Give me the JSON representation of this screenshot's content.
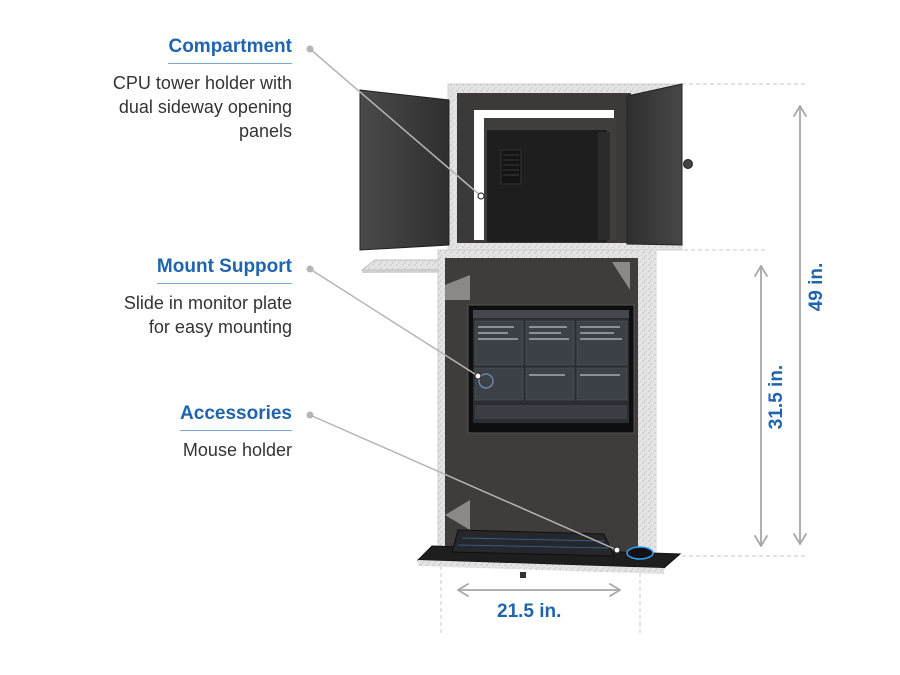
{
  "callouts": [
    {
      "title": "Compartment",
      "description": "CPU tower holder with\ndual sideway opening\npanels"
    },
    {
      "title": "Mount Support",
      "description": "Slide in monitor plate\nfor easy mounting"
    },
    {
      "title": "Accessories",
      "description": "Mouse holder"
    }
  ],
  "dimensions": {
    "width": "21.5 in.",
    "total_height": "49 in.",
    "lower_height": "31.5 in."
  },
  "colors": {
    "accent": "#1f64ad",
    "cabinet_shell": "#e2e2e2",
    "cabinet_interior": "#3e3c3a",
    "door": "#3a3a3a"
  }
}
